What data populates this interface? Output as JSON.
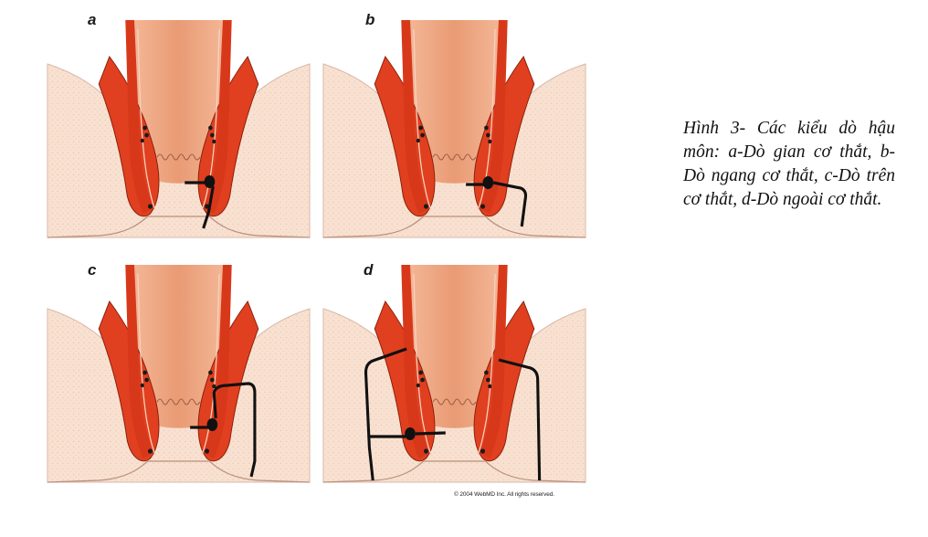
{
  "panels": [
    {
      "letter": "a",
      "fistula_type": "Dò gian cơ thắt"
    },
    {
      "letter": "b",
      "fistula_type": "Dò ngang cơ thắt"
    },
    {
      "letter": "c",
      "fistula_type": "Dò trên cơ thắt"
    },
    {
      "letter": "d",
      "fistula_type": "Dò ngoài cơ thắt"
    }
  ],
  "copyright": "© 2004 WebMD Inc. All rights reserved.",
  "caption": "Hình 3- Các kiểu dò hậu môn: a-Dò gian cơ thắt, b-Dò ngang cơ thắt, c-Dò trên cơ thắt, d-Dò ngoài cơ thắt.",
  "colors": {
    "tissue": "#f6dccb",
    "muscle": "#e0401f",
    "canal": "#f0a886",
    "tract": "#111111"
  }
}
